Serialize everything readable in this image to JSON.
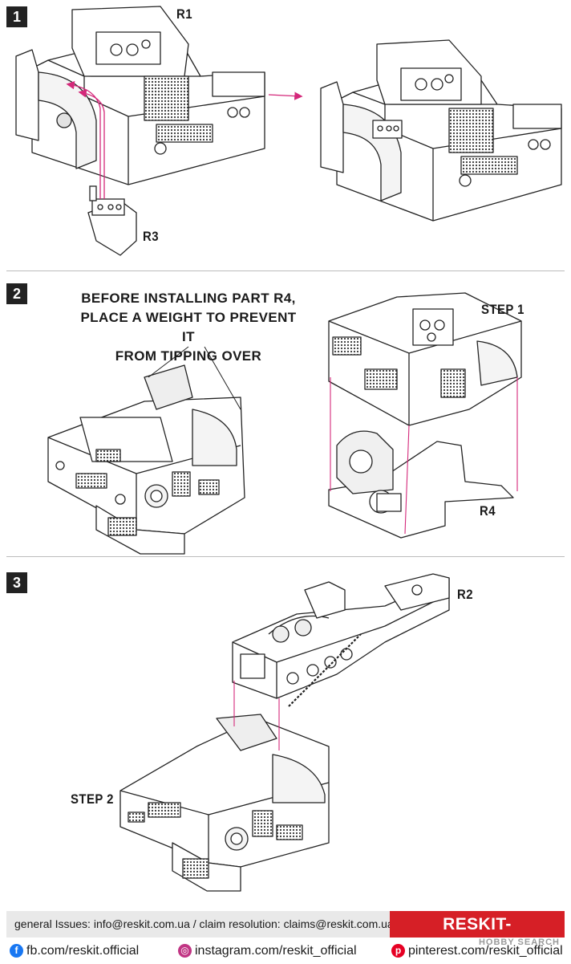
{
  "steps": [
    {
      "number": "1"
    },
    {
      "number": "2"
    },
    {
      "number": "3"
    }
  ],
  "parts": {
    "r1": "R1",
    "r3": "R3",
    "r4": "R4",
    "r2": "R2",
    "step1": "STEP 1",
    "step2": "STEP 2"
  },
  "note": {
    "line1": "BEFORE INSTALLING PART R4,",
    "line2": "PLACE A WEIGHT TO PREVENT IT",
    "line3": "FROM TIPPING OVER"
  },
  "footer": {
    "contact": "general Issues: info@reskit.com.ua / claim resolution: claims@reskit.com.ua",
    "brand": "RESKIT-MODELS.COM",
    "facebook": "fb.com/reskit.official",
    "instagram": "instagram.com/reskit_official",
    "pinterest": "pinterest.com/reskit_official",
    "watermark": "HOBBY SEARCH"
  },
  "colors": {
    "accent": "#d61f26",
    "guide_line": "#d4287a",
    "facebook": "#1877f2",
    "instagram": "#c13584",
    "pinterest": "#e60023"
  }
}
